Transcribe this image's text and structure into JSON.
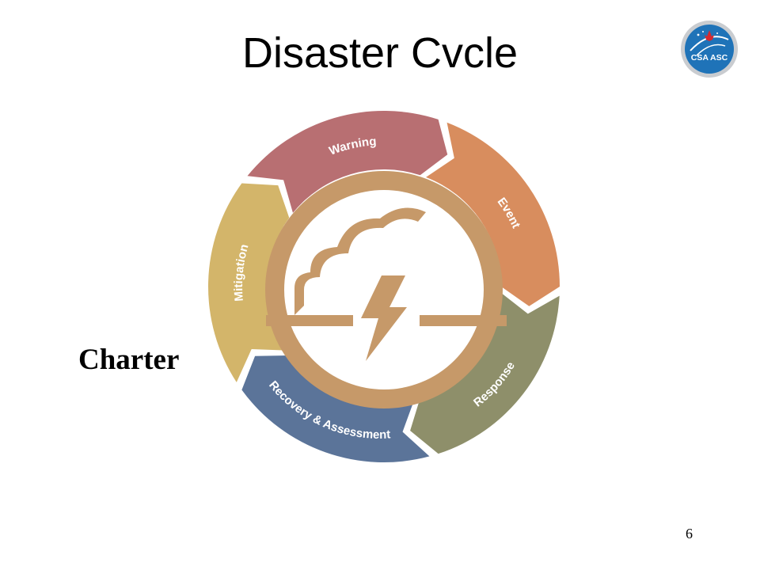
{
  "slide": {
    "title": "Disaster Cvcle",
    "side_label": "Charter",
    "page_number": "6"
  },
  "logo": {
    "text": "CSA ASC",
    "colors": {
      "ring": "#c9ccd0",
      "fill": "#1f73b8",
      "leaf": "#d7282f"
    }
  },
  "cycle": {
    "segments": [
      {
        "label": "Mitigation",
        "color": "#d3b56a"
      },
      {
        "label": "Warning",
        "color": "#b86f72"
      },
      {
        "label": "Event",
        "color": "#d88d5e"
      },
      {
        "label": "Response",
        "color": "#8e8f6a"
      },
      {
        "label": "Recovery & Assessment",
        "color": "#5b7499"
      }
    ],
    "center": {
      "icon": "storm-cloud-lightning-icon",
      "color": "#c69969"
    }
  }
}
